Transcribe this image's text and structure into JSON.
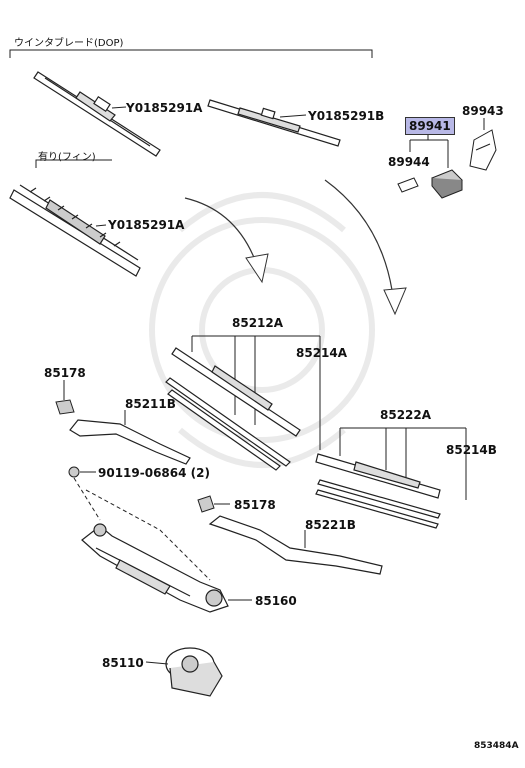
{
  "sections": {
    "wiper_blade_dop": "ウインタブレード(DOP)",
    "with_fin": "有り(フィン)"
  },
  "callouts": {
    "y0185291a_top": "Y0185291A",
    "y0185291b": "Y0185291B",
    "y0185291a_fin": "Y0185291A",
    "p89941": "89941",
    "p89943": "89943",
    "p89944": "89944",
    "p85212a": "85212A",
    "p85214a": "85214A",
    "p85178_left": "85178",
    "p85211b": "85211B",
    "p85222a": "85222A",
    "p85214b": "85214B",
    "p90119": "90119-06864 (2)",
    "p85178_mid": "85178",
    "p85221b": "85221B",
    "p85160": "85160",
    "p85110": "85110"
  },
  "figure_code": "853484A",
  "colors": {
    "highlight": "#b8b8e6",
    "line": "#111111"
  }
}
